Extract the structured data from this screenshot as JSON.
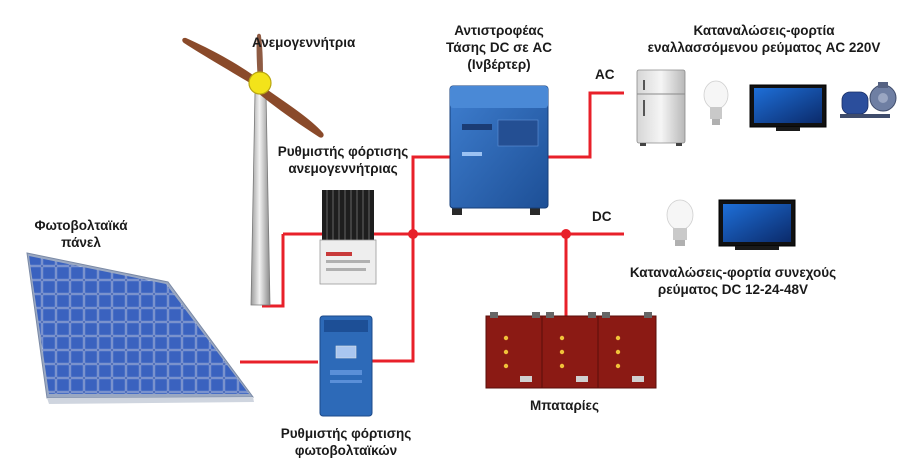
{
  "labels": {
    "wind_turbine": "Ανεμογεννήτρια",
    "inverter": [
      "Αντιστροφέας",
      "Τάσης DC σε AC",
      "(Ινβέρτερ)"
    ],
    "ac_loads": [
      "Καταναλώσεις-φορτία",
      "εναλλασσόμενου ρεύματος AC 220V"
    ],
    "wind_controller": [
      "Ρυθμιστής φόρτισης",
      "ανεμογεννήτριας"
    ],
    "pv_panel": [
      "Φωτοβολταϊκά",
      "πάνελ"
    ],
    "dc_loads": [
      "Καταναλώσεις-φορτία συνεχούς",
      "ρεύματος DC 12-24-48V"
    ],
    "batteries": "Μπαταρίες",
    "pv_controller": [
      "Ρυθμιστής φόρτισης",
      "φωτοβολταϊκών"
    ],
    "ac": "AC",
    "dc": "DC"
  },
  "colors": {
    "wire": "#e8202a",
    "inverter_blue": "#2d6ab8",
    "battery_red": "#8b1a14",
    "blade": "#8a4a2a",
    "hub": "#f3e31a",
    "panel_blue": "#2c4fa8"
  }
}
